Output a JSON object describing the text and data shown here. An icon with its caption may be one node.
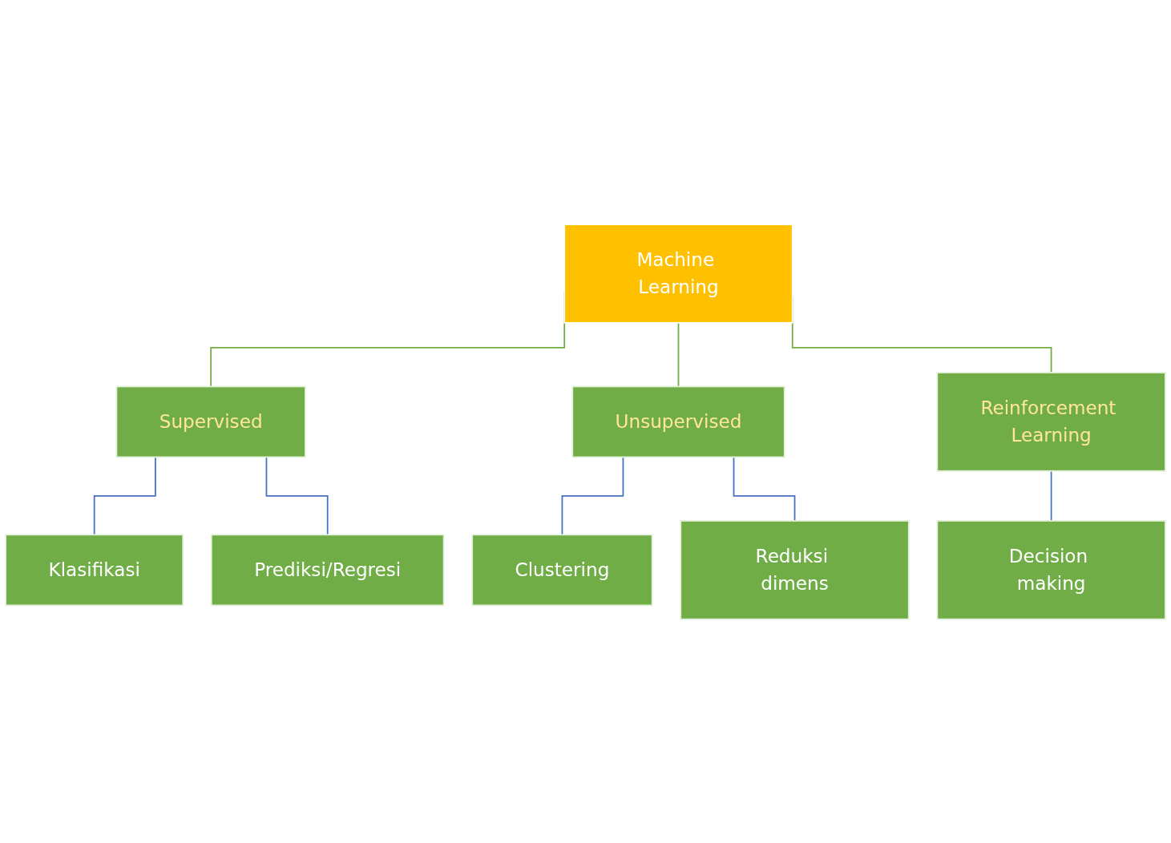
{
  "diagram": {
    "nodes": [
      {
        "text": [
          "Machine Learning"
        ]
      },
      {
        "text": [
          "Supervised"
        ]
      },
      {
        "text": [
          "Unsupervised"
        ]
      },
      {
        "text": [
          "Klasifikasi"
        ]
      },
      {
        "text": [
          "Prediksi/Regresi"
        ]
      },
      {
        "text": [
          "Clustering"
        ]
      },
      {
        "text": [
          "Reduksi dimens"
        ]
      },
      {
        "text": [
          "Reinforcement Learning"
        ]
      },
      {
        "text": [
          "Decision making"
        ]
      }
    ],
    "edges": [
      {
        "from": 0,
        "to": 1,
        "arrow": "none",
        "color": "#70ad47"
      },
      {
        "from": 0,
        "to": 2,
        "arrow": "none",
        "color": "#70ad47"
      },
      {
        "from": 1,
        "to": 3,
        "arrow": "none"
      },
      {
        "from": 1,
        "to": 4,
        "arrow": "none"
      },
      {
        "from": 2,
        "to": 5,
        "arrow": "none"
      },
      {
        "from": 2,
        "to": 6,
        "arrow": "none"
      },
      {
        "from": 0,
        "to": 7,
        "arrow": "none",
        "color": "#70ad47"
      },
      {
        "from": 7,
        "to": 8,
        "arrow": "none"
      }
    ]
  }
}
